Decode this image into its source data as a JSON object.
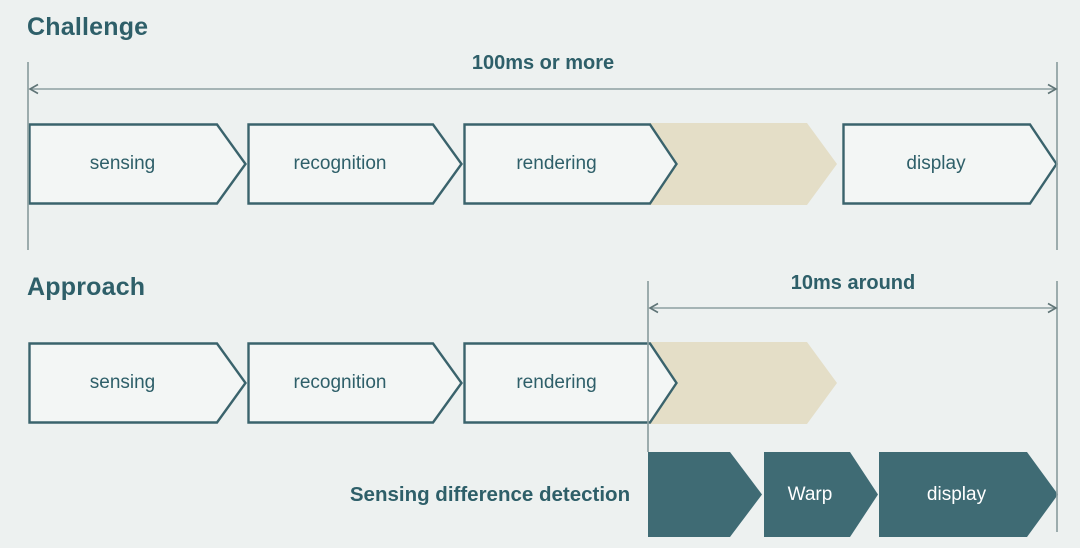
{
  "colors": {
    "background": "#edf1f0",
    "arrow_fill": "#f3f6f5",
    "outline": "#3a636c",
    "teal_dark": "#3f6b74",
    "teal_text": "#2e5f69",
    "beige": "#e4dec7",
    "measure": "#8da0a1",
    "measure_head": "#5f7476",
    "white_text": "#ffffff"
  },
  "challenge": {
    "title": "Challenge",
    "measure_label": "100ms or more",
    "steps": [
      "sensing",
      "recognition",
      "rendering",
      "display"
    ]
  },
  "approach": {
    "title": "Approach",
    "measure_label": "10ms around",
    "steps": [
      "sensing",
      "recognition",
      "rendering"
    ],
    "bottom_label": "Sensing difference detection",
    "bottom_steps": [
      "Warp",
      "display"
    ]
  }
}
